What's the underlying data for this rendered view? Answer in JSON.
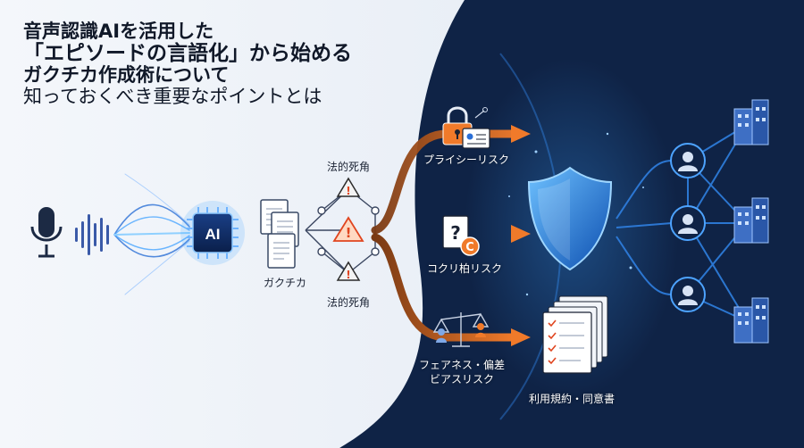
{
  "title": {
    "line1": "音声認識AIを活用した",
    "line2": "「エピソードの言語化」から始める",
    "line3": "ガクチカ作成術について",
    "line4": "知っておくべき重要なポイントとは"
  },
  "chip_label": "AI",
  "labels": {
    "gakuchika": "ガクチカ",
    "legal_blind_spot_top": "法的死角",
    "legal_blind_spot_bottom": "法的死角",
    "privacy_risk": "プライシーリスク",
    "copyright_risk": "コクリ柏リスク",
    "fairness_risk_line1": "フェアネス・偏差",
    "fairness_risk_line2": "ビアスリスク",
    "terms_consent": "利用規約・同意書"
  },
  "colors": {
    "navy": "#0f2346",
    "accent_blue": "#3aa0ff",
    "risk_orange": "#f07a2a",
    "warning_red": "#e0451f"
  },
  "icons": [
    "microphone-icon",
    "sound-wave-icon",
    "ai-chip-icon",
    "document-icon",
    "warning-icon",
    "lock-icon",
    "id-card-icon",
    "question-document-icon",
    "copyright-icon",
    "scale-icon",
    "checklist-document-icon",
    "shield-icon",
    "person-icon",
    "building-icon"
  ]
}
